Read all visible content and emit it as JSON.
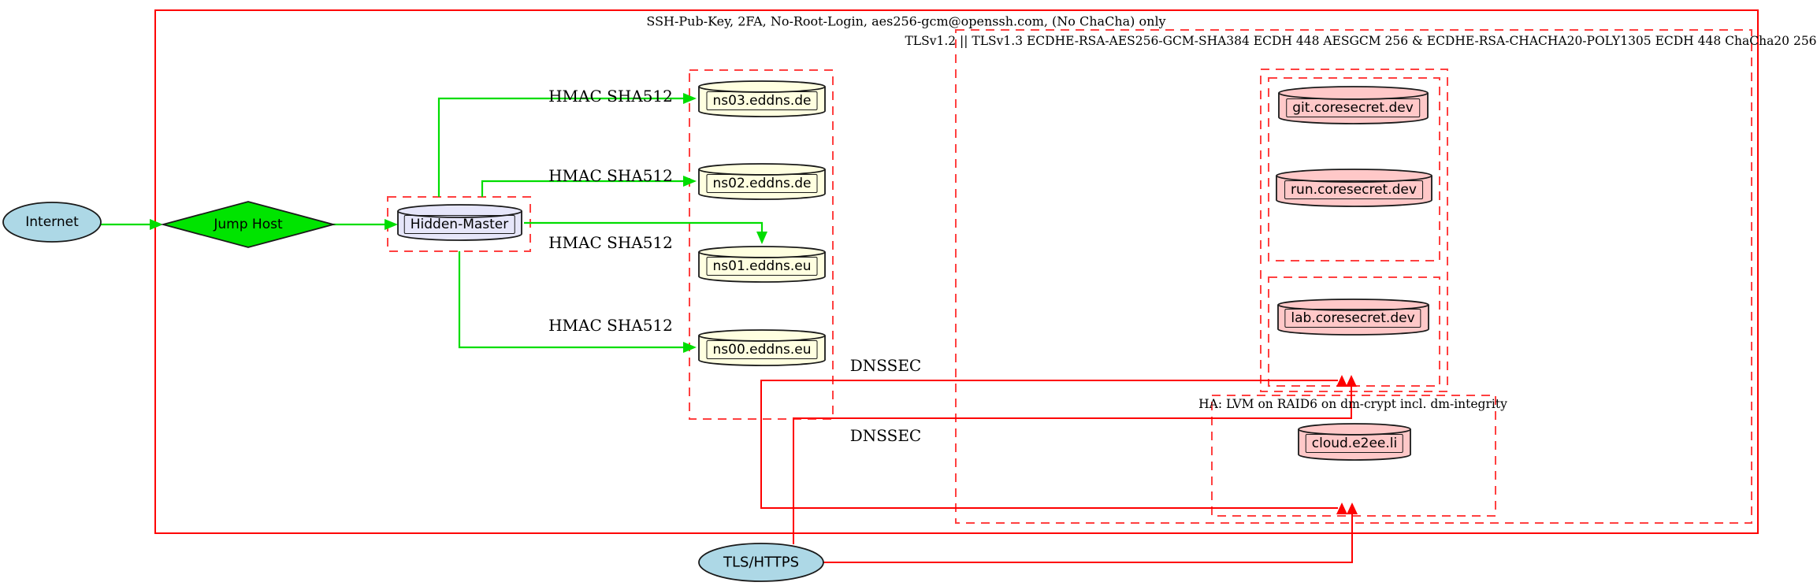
{
  "titles": {
    "ssh": "SSH-Pub-Key, 2FA, No-Root-Login, aes256-gcm@openssh.com, (No ChaCha) only",
    "tls": "TLSv1.2 || TLSv1.3 ECDHE-RSA-AES256-GCM-SHA384 ECDH 448 AESGCM 256 & ECDHE-RSA-CHACHA20-POLY1305 ECDH 448 ChaCha20 256",
    "ha": "HA: LVM on RAID6 on dm-crypt incl. dm-integrity"
  },
  "nodes": {
    "internet": {
      "label": "Internet",
      "shape": "ellipse",
      "fill": "#add8e6"
    },
    "jump_host": {
      "label": "Jump Host",
      "shape": "diamond",
      "fill": "#00e400"
    },
    "hidden_master": {
      "label": "Hidden-Master",
      "shape": "cylinder",
      "fill": "#e6e6fa"
    },
    "ns03": {
      "label": "ns03.eddns.de",
      "shape": "cylinder",
      "fill": "#ffffe0"
    },
    "ns02": {
      "label": "ns02.eddns.de",
      "shape": "cylinder",
      "fill": "#ffffe0"
    },
    "ns01": {
      "label": "ns01.eddns.eu",
      "shape": "cylinder",
      "fill": "#ffffe0"
    },
    "ns00": {
      "label": "ns00.eddns.eu",
      "shape": "cylinder",
      "fill": "#ffffe0"
    },
    "git": {
      "label": "git.coresecret.dev",
      "shape": "cylinder",
      "fill": "#ffc8c8"
    },
    "run": {
      "label": "run.coresecret.dev",
      "shape": "cylinder",
      "fill": "#ffc8c8"
    },
    "lab": {
      "label": "lab.coresecret.dev",
      "shape": "cylinder",
      "fill": "#ffc8c8"
    },
    "cloud": {
      "label": "cloud.e2ee.li",
      "shape": "cylinder",
      "fill": "#ffc8c8"
    },
    "tls_https": {
      "label": "TLS/HTTPS",
      "shape": "ellipse",
      "fill": "#add8e6"
    }
  },
  "edge_labels": {
    "hmac_ns03": "HMAC SHA512",
    "hmac_ns02": "HMAC SHA512",
    "hmac_ns01": "HMAC SHA512",
    "hmac_ns00": "HMAC SHA512",
    "dnssec_top": "DNSSEC",
    "dnssec_bottom": "DNSSEC"
  },
  "colors": {
    "cluster_dashed_red": "#ff4040",
    "edge_red": "#fe0000",
    "edge_green": "#00dd00"
  }
}
